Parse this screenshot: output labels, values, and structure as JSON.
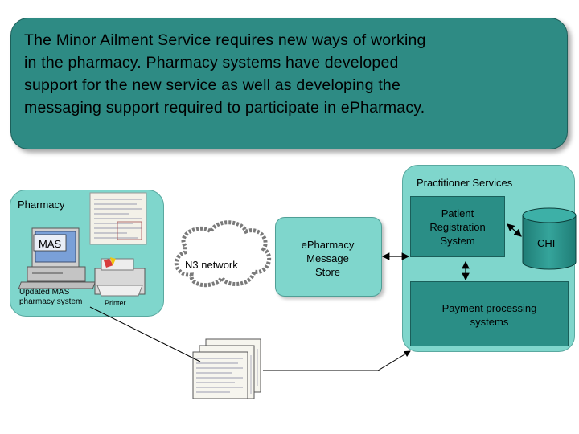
{
  "banner": {
    "line1": "The Minor Ailment Service requires new ways of working",
    "line2": "in the pharmacy.  Pharmacy systems have developed",
    "line3": "support for the new service as well as developing the",
    "line4": "messaging support required to participate in ePharmacy."
  },
  "pharmacy": {
    "title": "Pharmacy",
    "mas_label": "MAS",
    "computer_caption_1": "Updated MAS",
    "computer_caption_2": "pharmacy system",
    "printer_caption": "Printer"
  },
  "network": {
    "label": "N3 network"
  },
  "message_store": {
    "line1": "ePharmacy",
    "line2": "Message",
    "line3": "Store"
  },
  "practitioner": {
    "title": "Practitioner Services",
    "patient_reg_1": "Patient",
    "patient_reg_2": "Registration",
    "patient_reg_3": "System",
    "chi": "CHI",
    "payment_1": "Payment processing",
    "payment_2": "systems"
  },
  "colors": {
    "panel": "#7fd6cc",
    "box": "#2a8e86",
    "banner": "#2e8b84"
  }
}
